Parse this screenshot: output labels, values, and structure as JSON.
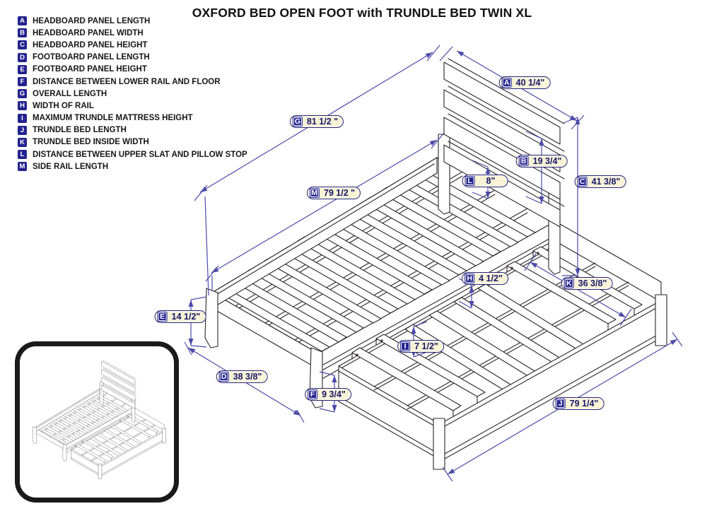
{
  "title": "OXFORD BED OPEN FOOT with TRUNDLE BED TWIN XL",
  "colors": {
    "badge_navy": "#23238f",
    "pill_background": "#f9f3d7",
    "pill_border": "#23236e",
    "dimension_line_blue": "#4b4ba8",
    "drawing_line": "#2a2627"
  },
  "legend": [
    {
      "letter": "A",
      "label": "HEADBOARD PANEL LENGTH"
    },
    {
      "letter": "B",
      "label": "HEADBOARD PANEL WIDTH"
    },
    {
      "letter": "C",
      "label": "HEADBOARD PANEL HEIGHT"
    },
    {
      "letter": "D",
      "label": "FOOTBOARD PANEL LENGTH"
    },
    {
      "letter": "E",
      "label": "FOOTBOARD PANEL HEIGHT"
    },
    {
      "letter": "F",
      "label": "DISTANCE BETWEEN LOWER RAIL AND FLOOR"
    },
    {
      "letter": "G",
      "label": "OVERALL LENGTH"
    },
    {
      "letter": "H",
      "label": "WIDTH OF RAIL"
    },
    {
      "letter": "I",
      "label": "MAXIMUM TRUNDLE MATTRESS HEIGHT"
    },
    {
      "letter": "J",
      "label": "TRUNDLE BED LENGTH"
    },
    {
      "letter": "K",
      "label": "TRUNDLE BED INSIDE WIDTH"
    },
    {
      "letter": "L",
      "label": "DISTANCE BETWEEN UPPER SLAT AND PILLOW STOP"
    },
    {
      "letter": "M",
      "label": "SIDE RAIL LENGTH"
    }
  ],
  "dims": [
    {
      "letter": "A",
      "value": "40 1/4\""
    },
    {
      "letter": "B",
      "value": "19 3/4\""
    },
    {
      "letter": "C",
      "value": "41 3/8\""
    },
    {
      "letter": "D",
      "value": "38 3/8\""
    },
    {
      "letter": "E",
      "value": "14 1/2\""
    },
    {
      "letter": "F",
      "value": "9 3/4\""
    },
    {
      "letter": "G",
      "value": "81 1/2 \""
    },
    {
      "letter": "H",
      "value": "4 1/2\""
    },
    {
      "letter": "I",
      "value": "7 1/2\""
    },
    {
      "letter": "J",
      "value": "79 1/4\""
    },
    {
      "letter": "K",
      "value": "36 3/8\""
    },
    {
      "letter": "L",
      "value": "8\""
    },
    {
      "letter": "M",
      "value": "79 1/2 \""
    }
  ]
}
